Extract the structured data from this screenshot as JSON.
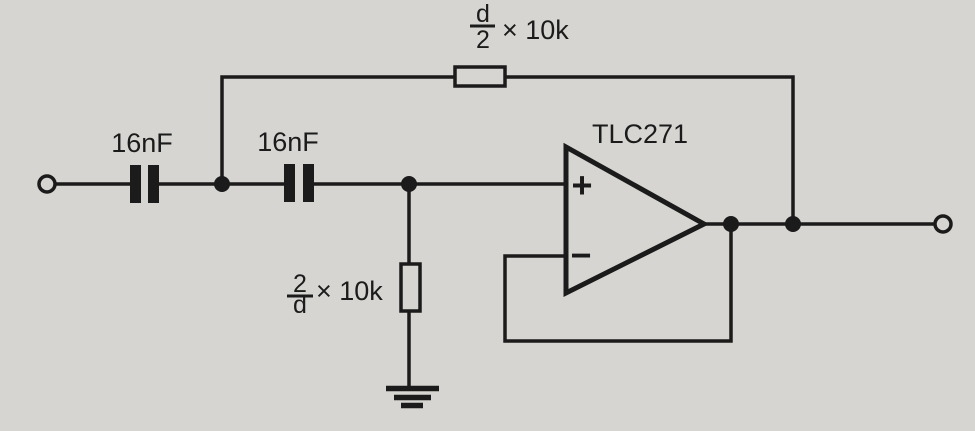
{
  "colors": {
    "ink": "#1b1b1b",
    "paper": "#d6d5d1"
  },
  "diagram": {
    "input_capacitor": {
      "label": "16nF"
    },
    "coupling_capacitor": {
      "label": "16nF"
    },
    "feedback_resistor": {
      "numerator": "d",
      "denominator": "2",
      "multiplier": "× 10k"
    },
    "shunt_resistor": {
      "numerator": "2",
      "denominator": "d",
      "multiplier": "× 10k"
    },
    "opamp": {
      "label": "TLC271",
      "plus": "+",
      "minus": "−"
    }
  }
}
